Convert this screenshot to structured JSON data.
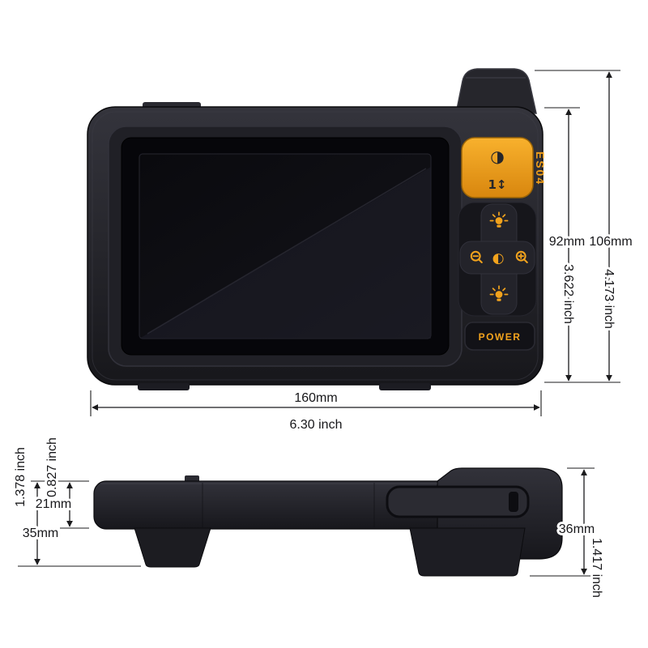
{
  "device": {
    "model": "ES04",
    "power_label": "POWER",
    "accent_color": "#f2a31d",
    "body_color": "#232329"
  },
  "glyphs": {
    "contrast_icon": "◑",
    "flip_icon": "1↕",
    "display_icon": "◐"
  },
  "front_dimensions": {
    "width_mm": "160mm",
    "width_inch": "6.30 inch",
    "screen_height_mm": "92mm",
    "screen_height_inch": "3.622 inch",
    "total_height_mm": "106mm",
    "total_height_inch": "4.173 inch"
  },
  "side_dimensions": {
    "body_thickness_mm": "21mm",
    "body_thickness_inch": "0.827 inch",
    "left_height_mm": "35mm",
    "left_height_inch": "1.378 inch",
    "right_height_mm": "36mm",
    "right_height_inch": "1.417 inch"
  }
}
